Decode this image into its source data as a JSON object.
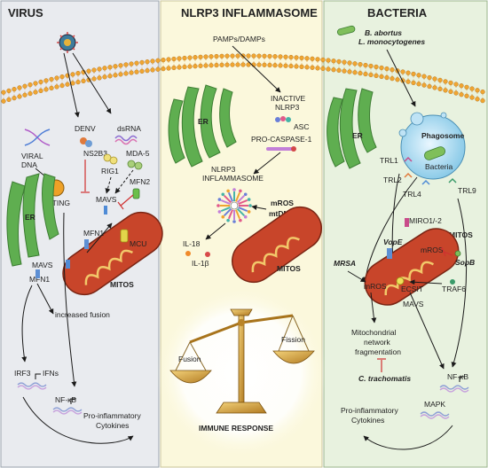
{
  "panels": {
    "virus": {
      "title": "VIRUS"
    },
    "nlrp3": {
      "title": "NLRP3 INFLAMMASOME"
    },
    "bacteria": {
      "title": "BACTERIA"
    }
  },
  "virus": {
    "denv": "DENV",
    "viral_dna_line1": "VIRAL",
    "viral_dna_line2": "DNA",
    "ns2b3": "NS2B3",
    "dsrna": "dsRNA",
    "mda5": "MDA-5",
    "rig1": "RIG1",
    "sting": "STING",
    "mavs_top": "MAVS",
    "mfn2": "MFN2",
    "er": "ER",
    "mfn1_a": "MFN1",
    "mcu": "MCU",
    "mavs_low": "MAVS",
    "mfn1_b": "MFN1",
    "mitos": "MITOS",
    "increased_fusion": "increased fusion",
    "irf3": "IRF3",
    "ifns": "IFNs",
    "nfkb": "NF-κB",
    "cytokines_line1": "Pro-inflammatory",
    "cytokines_line2": "Cytokines"
  },
  "nlrp3": {
    "pamps": "PAMPs/DAMPs",
    "inactive_line1": "INACTIVE",
    "inactive_line2": "NLRP3",
    "asc": "ASC",
    "pro_caspase": "PRO-CASPASE-1",
    "er": "ER",
    "inflammasome_line1": "NLRP3",
    "inflammasome_line2": "INFLAMMASOME",
    "mros": "mROS",
    "mtdna": "mtDNA",
    "il18": "IL-18",
    "il1b": "IL-1β",
    "mitos": "MITOS",
    "fission": "Fission",
    "fusion": "Fusion",
    "immune_response": "IMMUNE RESPONSE"
  },
  "bacteria": {
    "b_abortus": "B. abortus",
    "l_mono": "L. monocytogenes",
    "er": "ER",
    "phagosome": "Phagosome",
    "bacteria_lbl": "Bacteria",
    "trl1": "TRL1",
    "trl2": "TRL2",
    "trl4": "TRL4",
    "trl9": "TRL9",
    "miro": "MIRO1/-2",
    "mitos": "MITOS",
    "vope": "VopE",
    "mros_right": "mROS",
    "sopb": "SopB",
    "mrsa": "MRSA",
    "mros_left": "mROS",
    "ecsit": "ECSIT",
    "traf6": "TRAF6",
    "mavs": "MAVS",
    "mito_net_line1": "Mitochondrial",
    "mito_net_line2": "network",
    "mito_net_line3": "fragmentation",
    "c_trachomatis": "C. trachomatis",
    "nfkb": "NF-κB",
    "mapk": "MAPK",
    "cytokines_line1": "Pro-inflammatory",
    "cytokines_line2": "Cytokines"
  },
  "colors": {
    "virus_bg": "#e9ebef",
    "nlrp3_bg": "#fbf8dc",
    "bacteria_bg": "#e8f2df",
    "er_green": "#5fae50",
    "mito_red": "#c8452a",
    "membrane_orange": "#f0a531",
    "inhibit_red": "#d03030"
  }
}
